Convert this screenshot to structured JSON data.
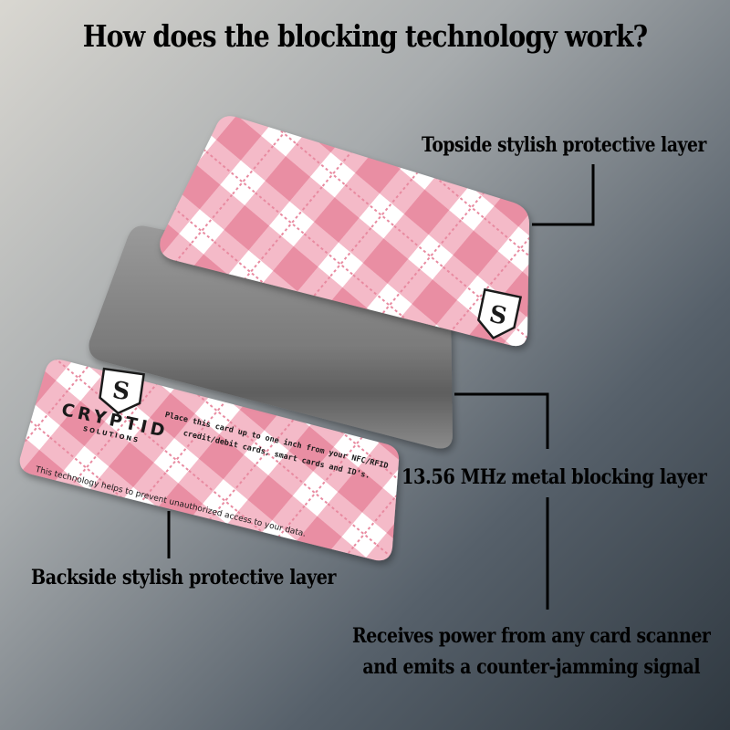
{
  "title": "How does the blocking technology work?",
  "labels": {
    "topside": "Topside stylish protective layer",
    "metal": "13.56 MHz metal blocking layer",
    "backside": "Backside stylish protective layer",
    "power_line1": "Receives power from any card scanner",
    "power_line2": "and emits a counter-jamming signal"
  },
  "card_back": {
    "brand": "CRYPTID",
    "brand_sub": "SOLUTIONS",
    "instruction_line1": "Place this card up to one inch from your NFC/RFID",
    "instruction_line2": "credit/debit cards, smart cards and ID's.",
    "footer": "This technology helps to prevent unauthorized access to your data."
  },
  "colors": {
    "card_pink": "#f2a7b8",
    "card_pink_dark": "#e88aa0",
    "card_white": "#ffffff",
    "metal_gray": "#7d7d7d",
    "text": "#000000"
  }
}
